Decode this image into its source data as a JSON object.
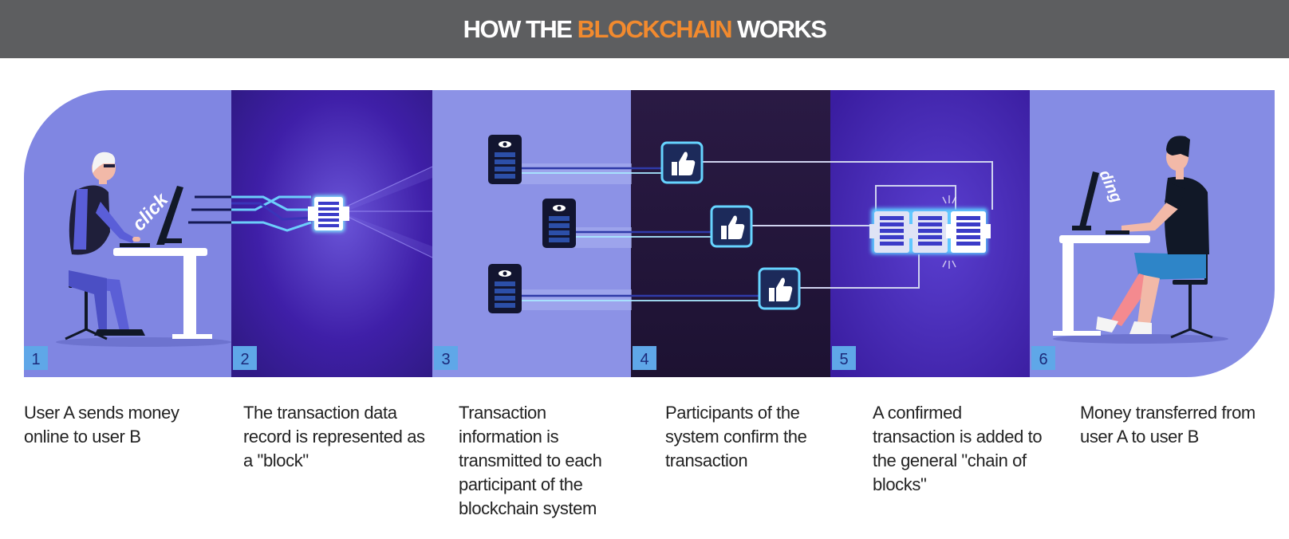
{
  "header": {
    "title_prefix": "HOW THE ",
    "title_accent": "BLOCKCHAIN",
    "title_suffix": " WORKS",
    "background_color": "#5d5e60",
    "accent_color": "#f28a2e"
  },
  "panels": [
    {
      "number": "1",
      "caption": "User A sends money online to user B",
      "screen_text": "click"
    },
    {
      "number": "2",
      "caption": "The transaction data record is represented as a \"block\""
    },
    {
      "number": "3",
      "caption": "Transaction information is transmitted to each participant of the blockchain system"
    },
    {
      "number": "4",
      "caption": "Participants of the system confirm the transaction"
    },
    {
      "number": "5",
      "caption": "A confirmed transaction is added to the general \"chain of blocks\""
    },
    {
      "number": "6",
      "caption": "Money transferred from user A to user B",
      "screen_text": "ding"
    }
  ],
  "icons": [
    "user-a-illustration",
    "data-block-icon",
    "server-icon",
    "thumbs-up-icon",
    "block-chain-icon",
    "user-b-illustration"
  ]
}
